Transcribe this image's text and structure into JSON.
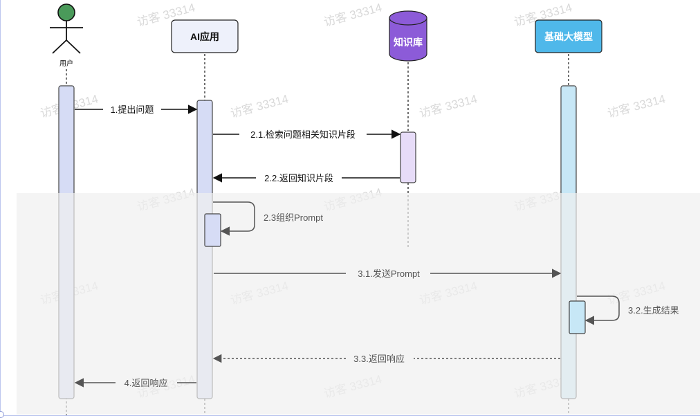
{
  "participants": {
    "user": {
      "label": "用户"
    },
    "app": {
      "label": "AI应用"
    },
    "kb": {
      "label": "知识库"
    },
    "llm": {
      "label": "基础大模型"
    }
  },
  "messages": {
    "m1": "1.提出问题",
    "m21": "2.1.检索问题相关知识片段",
    "m22": "2.2.返回知识片段",
    "m23": "2.3组织Prompt",
    "m31": "3.1.发送Prompt",
    "m32": "3.2.生成结果",
    "m33": "3.3.返回响应",
    "m4": "4.返回响应"
  },
  "watermark": {
    "text": "访客 33314"
  },
  "colors": {
    "actor_head": "#4a9a5a",
    "app_box_bg": "#eef1fb",
    "kb_cylinder": "#8c5bd8",
    "llm_box": "#4fb8ea",
    "user_activation": "#d6dcf5",
    "app_activation": "#d6dcf5",
    "kb_activation": "#e7dcf8",
    "llm_activation": "#c7e7f6",
    "highlight_band": "#efefef"
  }
}
